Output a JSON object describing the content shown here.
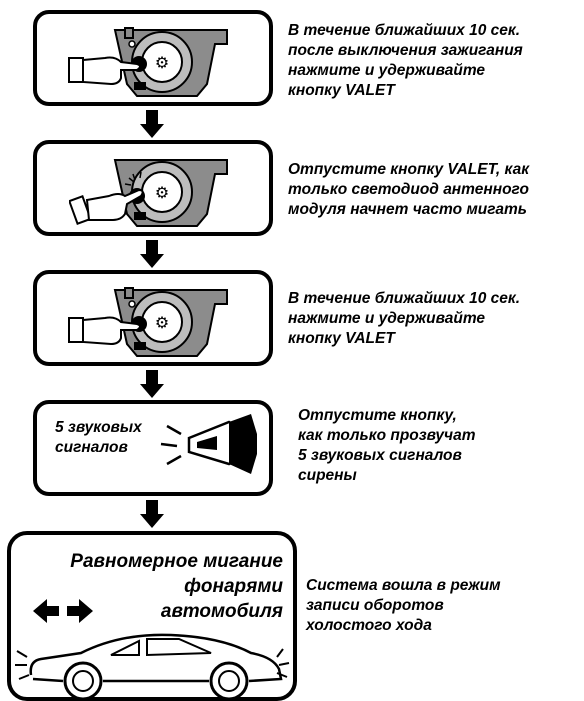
{
  "steps": [
    {
      "caption": "В течение ближайших 10 сек.\nпосле выключения зажигания\nнажмите и удерживайте\nкнопку VALET"
    },
    {
      "caption": "Отпустите кнопку VALET, как\nтолько светодиод антенного\nмодуля начнет часто мигать"
    },
    {
      "caption": "В течение ближайших 10 сек.\nнажмите и удерживайте\nкнопку VALET"
    },
    {
      "caption": "Отпустите кнопку,\nкак только прозвучат\n5 звуковых сигналов\nсирены",
      "box_text": "5 звуковых\nсигналов"
    },
    {
      "caption": "Система вошла в режим\nзаписи оборотов\nхолостого хода",
      "box_text": "Равномерное мигание\nфонарями\nавтомобиля"
    }
  ],
  "icons": [
    "antenna-module-icon",
    "hand-pressing-icon",
    "siren-horn-icon",
    "double-arrow-icon",
    "car-icon"
  ],
  "colors": {
    "stroke": "#000000",
    "module_fill": "#8c8c8c",
    "background": "#ffffff"
  }
}
